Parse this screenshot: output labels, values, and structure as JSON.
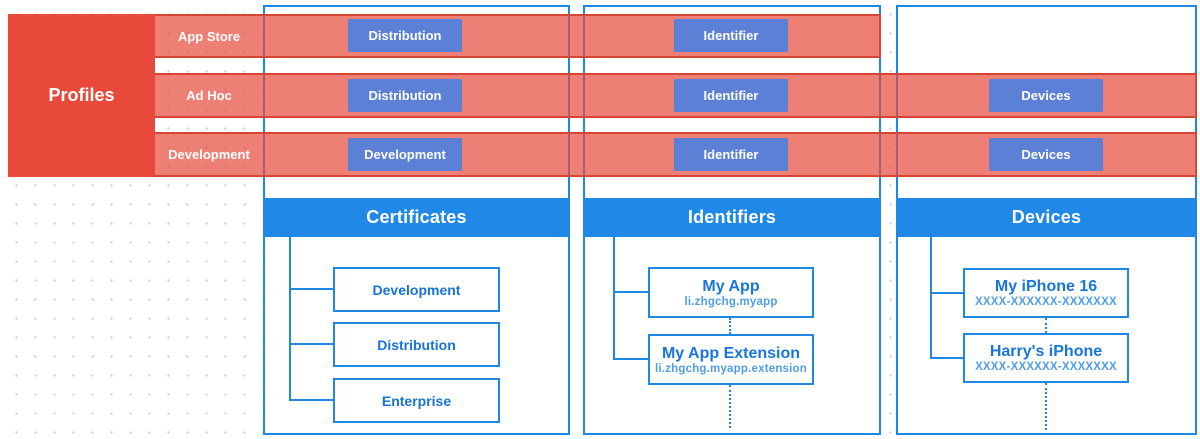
{
  "profiles": {
    "label": "Profiles",
    "rows": [
      {
        "label": "App Store"
      },
      {
        "label": "Ad Hoc"
      },
      {
        "label": "Development"
      }
    ]
  },
  "chips": {
    "row1": {
      "certificates": "Distribution",
      "identifiers": "Identifier"
    },
    "row2": {
      "certificates": "Distribution",
      "identifiers": "Identifier",
      "devices": "Devices"
    },
    "row3": {
      "certificates": "Development",
      "identifiers": "Identifier",
      "devices": "Devices"
    }
  },
  "columns": {
    "certificates": {
      "header": "Certificates",
      "nodes": [
        {
          "title": "Development"
        },
        {
          "title": "Distribution"
        },
        {
          "title": "Enterprise"
        }
      ]
    },
    "identifiers": {
      "header": "Identifiers",
      "nodes": [
        {
          "title": "My App",
          "subtitle": "li.zhgchg.myapp"
        },
        {
          "title": "My App Extension",
          "subtitle": "li.zhgchg.myapp.extension"
        }
      ]
    },
    "devices": {
      "header": "Devices",
      "nodes": [
        {
          "title": "My iPhone 16",
          "subtitle": "XXXX-XXXXXX-XXXXXXX"
        },
        {
          "title": "Harry's iPhone",
          "subtitle": "XXXX-XXXXXX-XXXXXXX"
        }
      ]
    }
  },
  "colors": {
    "profiles_red": "#e8493a",
    "band_fill": "rgba(231,73,59,0.70)",
    "band_border": "#d64534",
    "column_border_blue": "#1e88e5",
    "header_blue": "#2089e8",
    "chip_blue": "#5b80d6",
    "node_title_blue": "#1876d8",
    "node_subtitle_blue": "#4f9ee6",
    "dot_grid": "#d3d3d8"
  }
}
